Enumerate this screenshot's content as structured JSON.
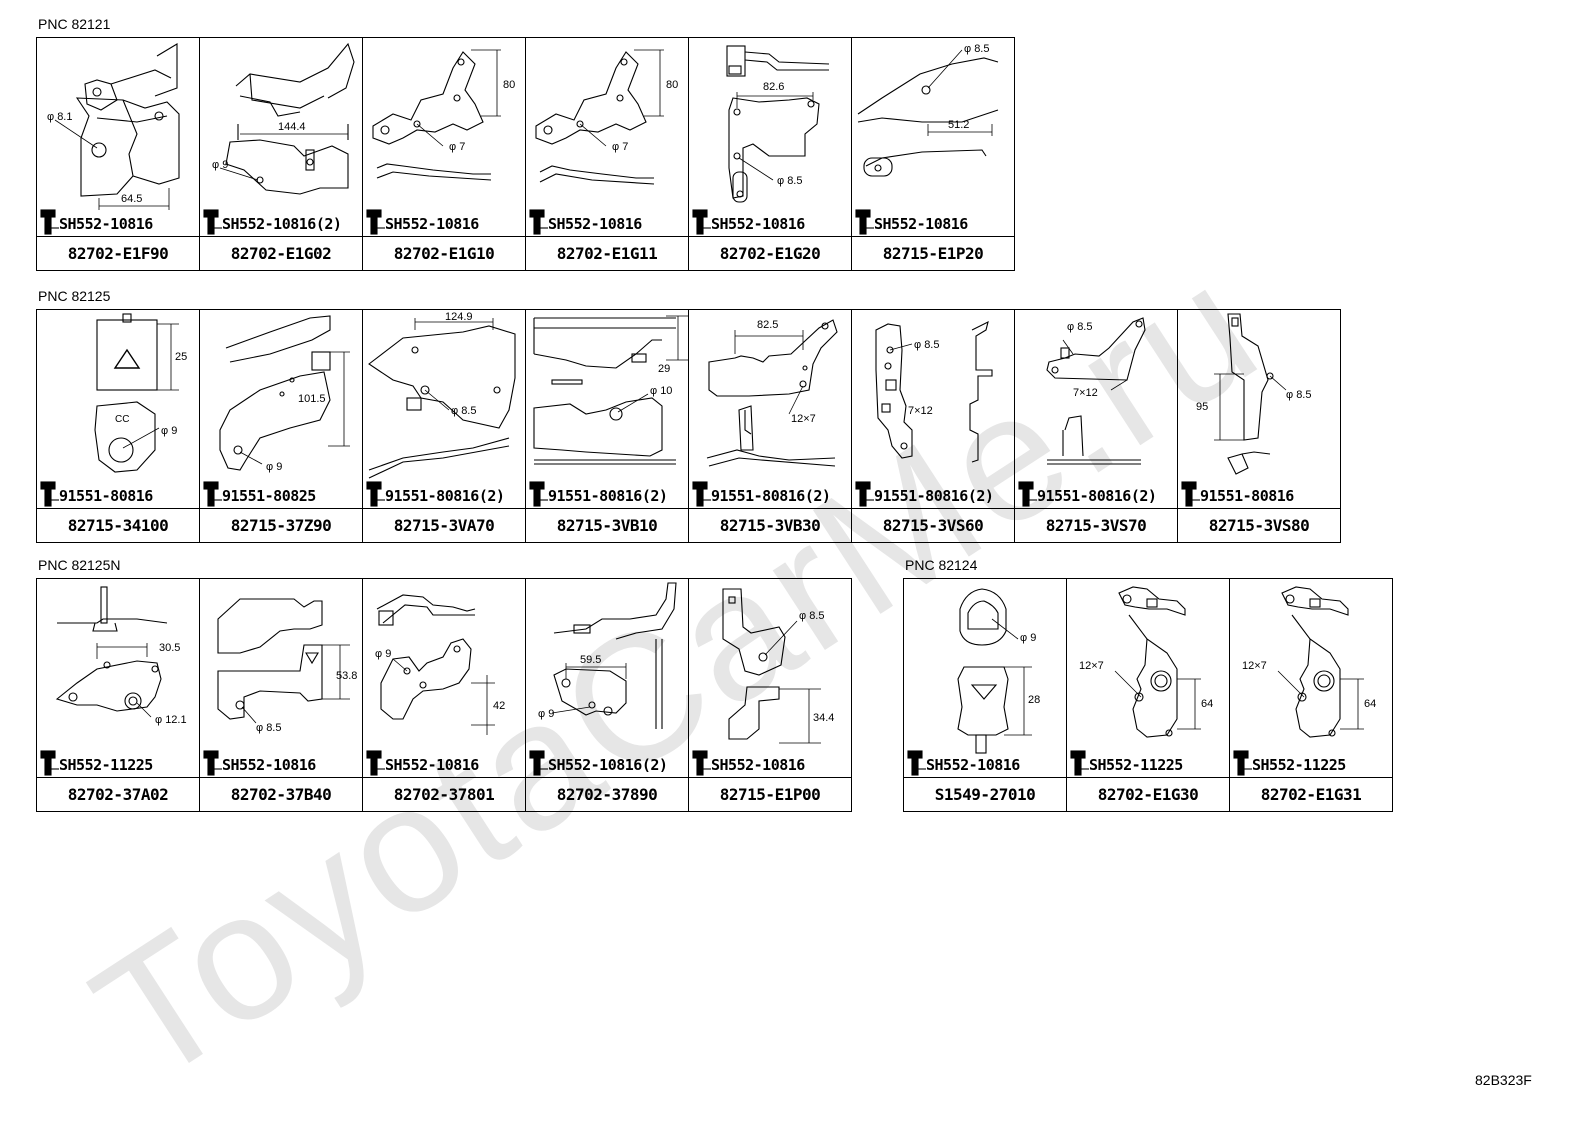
{
  "watermark": "ToyotaCarMe.ru",
  "groups": [
    {
      "pnc": "PNC 82121",
      "cells": [
        {
          "part": "82702-E1F90",
          "bolt": "SH552-10816",
          "dims": [
            "φ 8.1",
            "64.5"
          ]
        },
        {
          "part": "82702-E1G02",
          "bolt": "SH552-10816(2)",
          "dims": [
            "144.4",
            "φ 9"
          ]
        },
        {
          "part": "82702-E1G10",
          "bolt": "SH552-10816",
          "dims": [
            "80",
            "φ 7"
          ]
        },
        {
          "part": "82702-E1G11",
          "bolt": "SH552-10816",
          "dims": [
            "80",
            "φ 7"
          ]
        },
        {
          "part": "82702-E1G20",
          "bolt": "SH552-10816",
          "dims": [
            "82.6",
            "φ 8.5"
          ]
        },
        {
          "part": "82715-E1P20",
          "bolt": "SH552-10816",
          "dims": [
            "φ 8.5",
            "51.2"
          ]
        }
      ]
    },
    {
      "pnc": "PNC 82125",
      "cells": [
        {
          "part": "82715-34100",
          "bolt": "91551-80816",
          "dims": [
            "25",
            "φ 9"
          ]
        },
        {
          "part": "82715-37Z90",
          "bolt": "91551-80825",
          "dims": [
            "101.5",
            "φ 9"
          ]
        },
        {
          "part": "82715-3VA70",
          "bolt": "91551-80816(2)",
          "dims": [
            "124.9",
            "φ 8.5"
          ]
        },
        {
          "part": "82715-3VB10",
          "bolt": "91551-80816(2)",
          "dims": [
            "29",
            "φ 10"
          ]
        },
        {
          "part": "82715-3VB30",
          "bolt": "91551-80816(2)",
          "dims": [
            "82.5",
            "12×7"
          ]
        },
        {
          "part": "82715-3VS60",
          "bolt": "91551-80816(2)",
          "dims": [
            "φ 8.5",
            "7×12"
          ]
        },
        {
          "part": "82715-3VS70",
          "bolt": "91551-80816(2)",
          "dims": [
            "φ 8.5",
            "7×12"
          ]
        },
        {
          "part": "82715-3VS80",
          "bolt": "91551-80816",
          "dims": [
            "95",
            "φ 8.5"
          ]
        }
      ]
    },
    {
      "pnc": "PNC 82125N",
      "cells": [
        {
          "part": "82702-37A02",
          "bolt": "SH552-11225",
          "dims": [
            "30.5",
            "φ 12.1"
          ]
        },
        {
          "part": "82702-37B40",
          "bolt": "SH552-10816",
          "dims": [
            "53.8",
            "φ 8.5"
          ]
        },
        {
          "part": "82702-37801",
          "bolt": "SH552-10816",
          "dims": [
            "φ 9",
            "42"
          ]
        },
        {
          "part": "82702-37890",
          "bolt": "SH552-10816(2)",
          "dims": [
            "59.5",
            "φ 9"
          ]
        },
        {
          "part": "82715-E1P00",
          "bolt": "SH552-10816",
          "dims": [
            "φ 8.5",
            "34.4"
          ]
        }
      ]
    },
    {
      "pnc": "PNC 82124",
      "cells": [
        {
          "part": "S1549-27010",
          "bolt": "SH552-10816",
          "dims": [
            "φ 9",
            "28"
          ]
        },
        {
          "part": "82702-E1G30",
          "bolt": "SH552-11225",
          "dims": [
            "12×7",
            "64"
          ]
        },
        {
          "part": "82702-E1G31",
          "bolt": "SH552-11225",
          "dims": [
            "12×7",
            "64"
          ]
        }
      ]
    }
  ],
  "diagram_code": "82B323F"
}
